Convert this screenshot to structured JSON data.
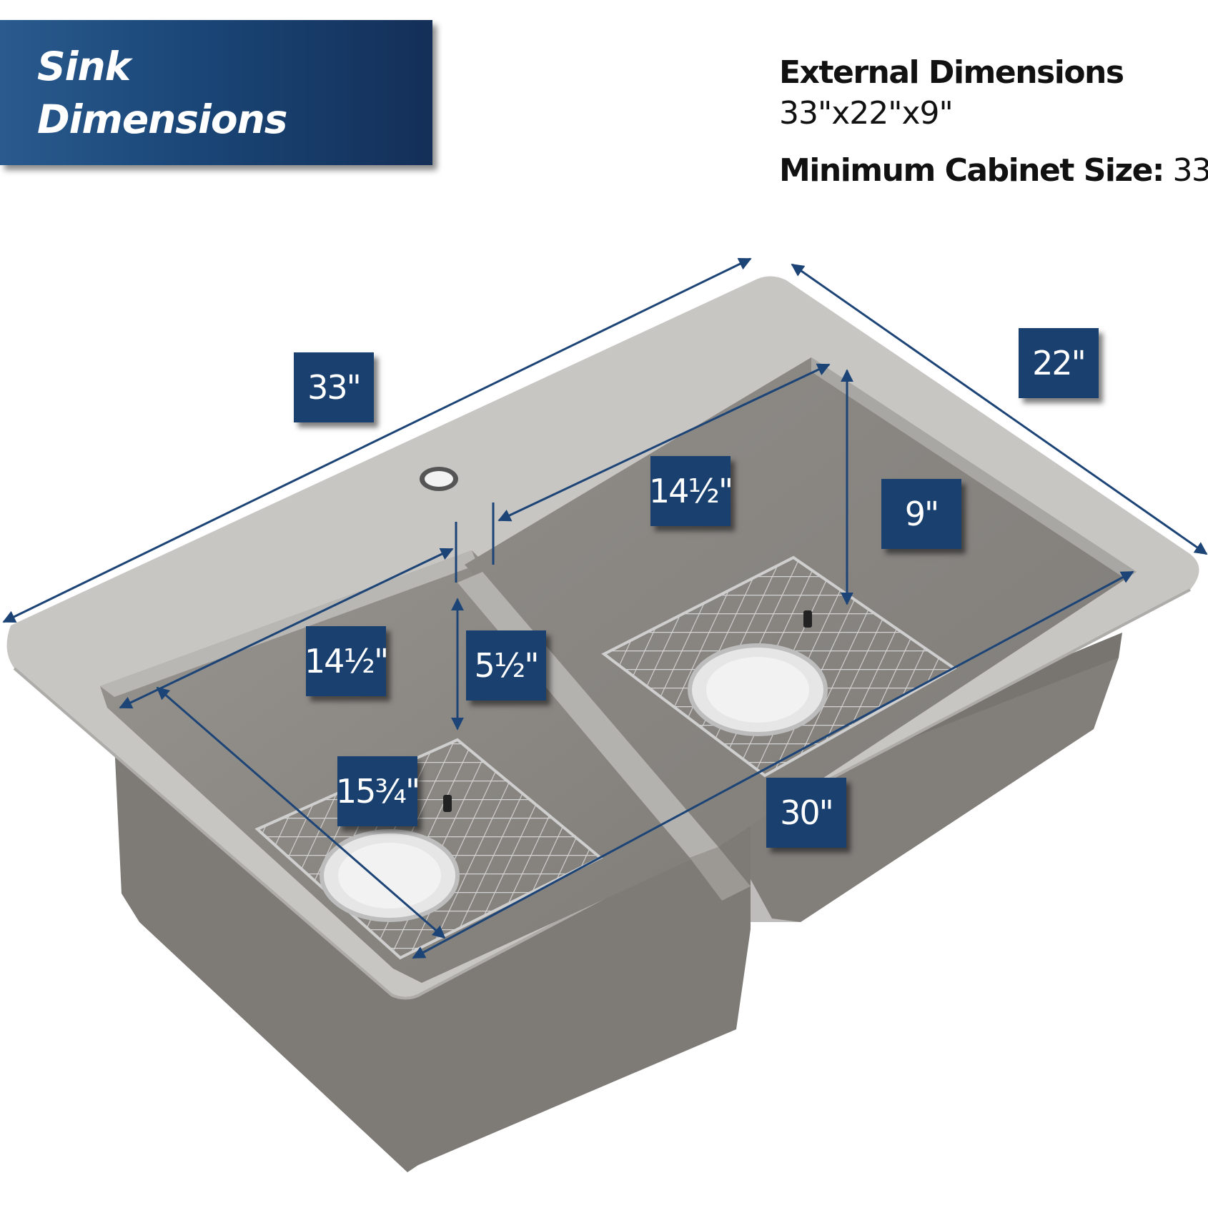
{
  "banner": {
    "line1": "Sink",
    "line2": "Dimensions"
  },
  "specs": {
    "external_heading": "External Dimensions",
    "external_value": "33\"x22\"x9\"",
    "cabinet_label": "Minimum Cabinet Size:",
    "cabinet_value": "33\""
  },
  "dimensions": {
    "overall_length": "33\"",
    "overall_width": "22\"",
    "right_bowl_width": "14½\"",
    "right_bowl_depth": "9\"",
    "left_bowl_width": "14½\"",
    "divider_depth": "5½\"",
    "left_bowl_length": "15¾\"",
    "inner_length": "30\""
  },
  "colors": {
    "label_bg": "#19406f",
    "arrow": "#1d4476",
    "sink_deck": "#c7c5c2",
    "sink_basin": "#8a8783",
    "sink_side": "#7e7b77"
  }
}
